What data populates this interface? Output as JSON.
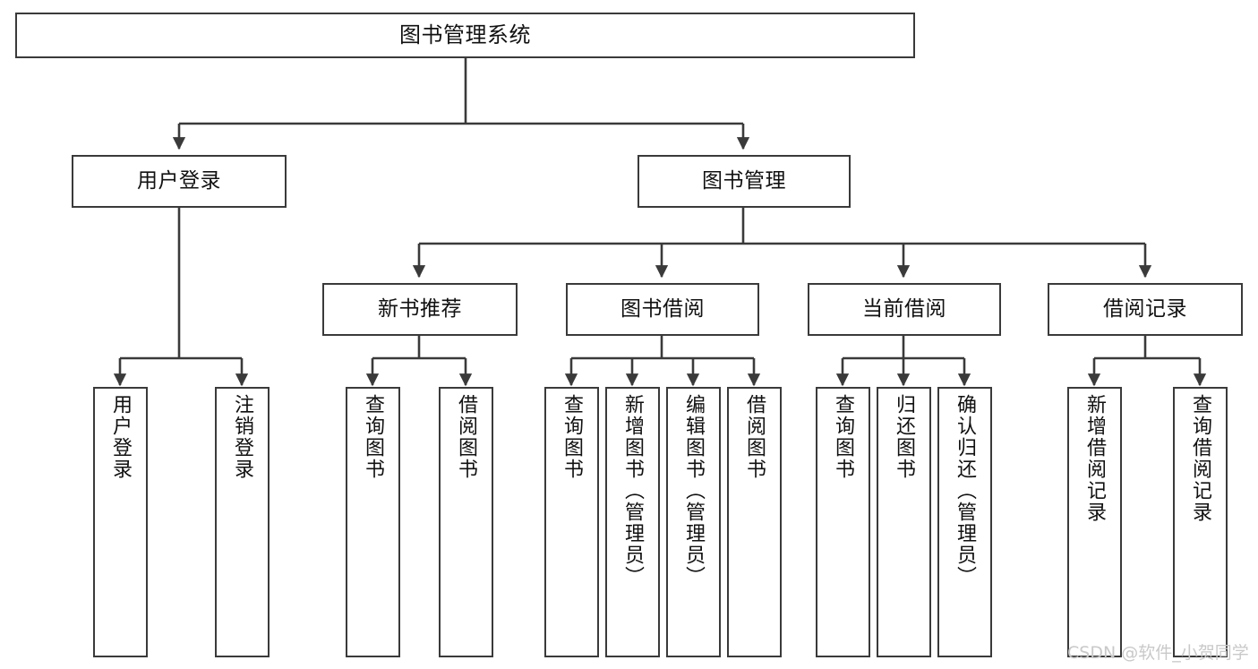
{
  "diagram": {
    "type": "tree-hierarchy-chart",
    "title": "图书管理系统",
    "background_color": "#ffffff",
    "box_border_color": "#3a3a3a",
    "connector_color": "#3a3a3a",
    "text_color": "#111111"
  },
  "nodes": {
    "root": {
      "label": "图书管理系统"
    },
    "level2": [
      {
        "id": "user-login",
        "label": "用户登录"
      },
      {
        "id": "book-management",
        "label": "图书管理"
      }
    ],
    "level3": [
      {
        "id": "new-book-recommend",
        "label": "新书推荐"
      },
      {
        "id": "book-borrow",
        "label": "图书借阅"
      },
      {
        "id": "current-borrow",
        "label": "当前借阅"
      },
      {
        "id": "borrow-record",
        "label": "借阅记录"
      }
    ],
    "leaves": [
      {
        "id": "leaf-user-login",
        "label": "用户登录",
        "parent": "user-login"
      },
      {
        "id": "leaf-logout-login",
        "label": "注销登录",
        "parent": "user-login"
      },
      {
        "id": "leaf-query-book-1",
        "label": "查询图书",
        "parent": "new-book-recommend"
      },
      {
        "id": "leaf-borrow-book-1",
        "label": "借阅图书",
        "parent": "new-book-recommend"
      },
      {
        "id": "leaf-query-book-2",
        "label": "查询图书",
        "parent": "book-borrow"
      },
      {
        "id": "leaf-add-book",
        "label": "新增图书（管理员）",
        "parent": "book-borrow"
      },
      {
        "id": "leaf-edit-book",
        "label": "编辑图书（管理员）",
        "parent": "book-borrow"
      },
      {
        "id": "leaf-borrow-book-2",
        "label": "借阅图书",
        "parent": "book-borrow"
      },
      {
        "id": "leaf-query-book-3",
        "label": "查询图书",
        "parent": "current-borrow"
      },
      {
        "id": "leaf-return-book",
        "label": "归还图书",
        "parent": "current-borrow"
      },
      {
        "id": "leaf-confirm-return",
        "label": "确认归还（管理员）",
        "parent": "current-borrow"
      },
      {
        "id": "leaf-add-record",
        "label": "新增借阅记录",
        "parent": "borrow-record"
      },
      {
        "id": "leaf-query-record",
        "label": "查询借阅记录",
        "parent": "borrow-record"
      }
    ]
  },
  "watermark": {
    "text": "CSDN @软件_小贺同学",
    "color": "#c9c9c9"
  }
}
